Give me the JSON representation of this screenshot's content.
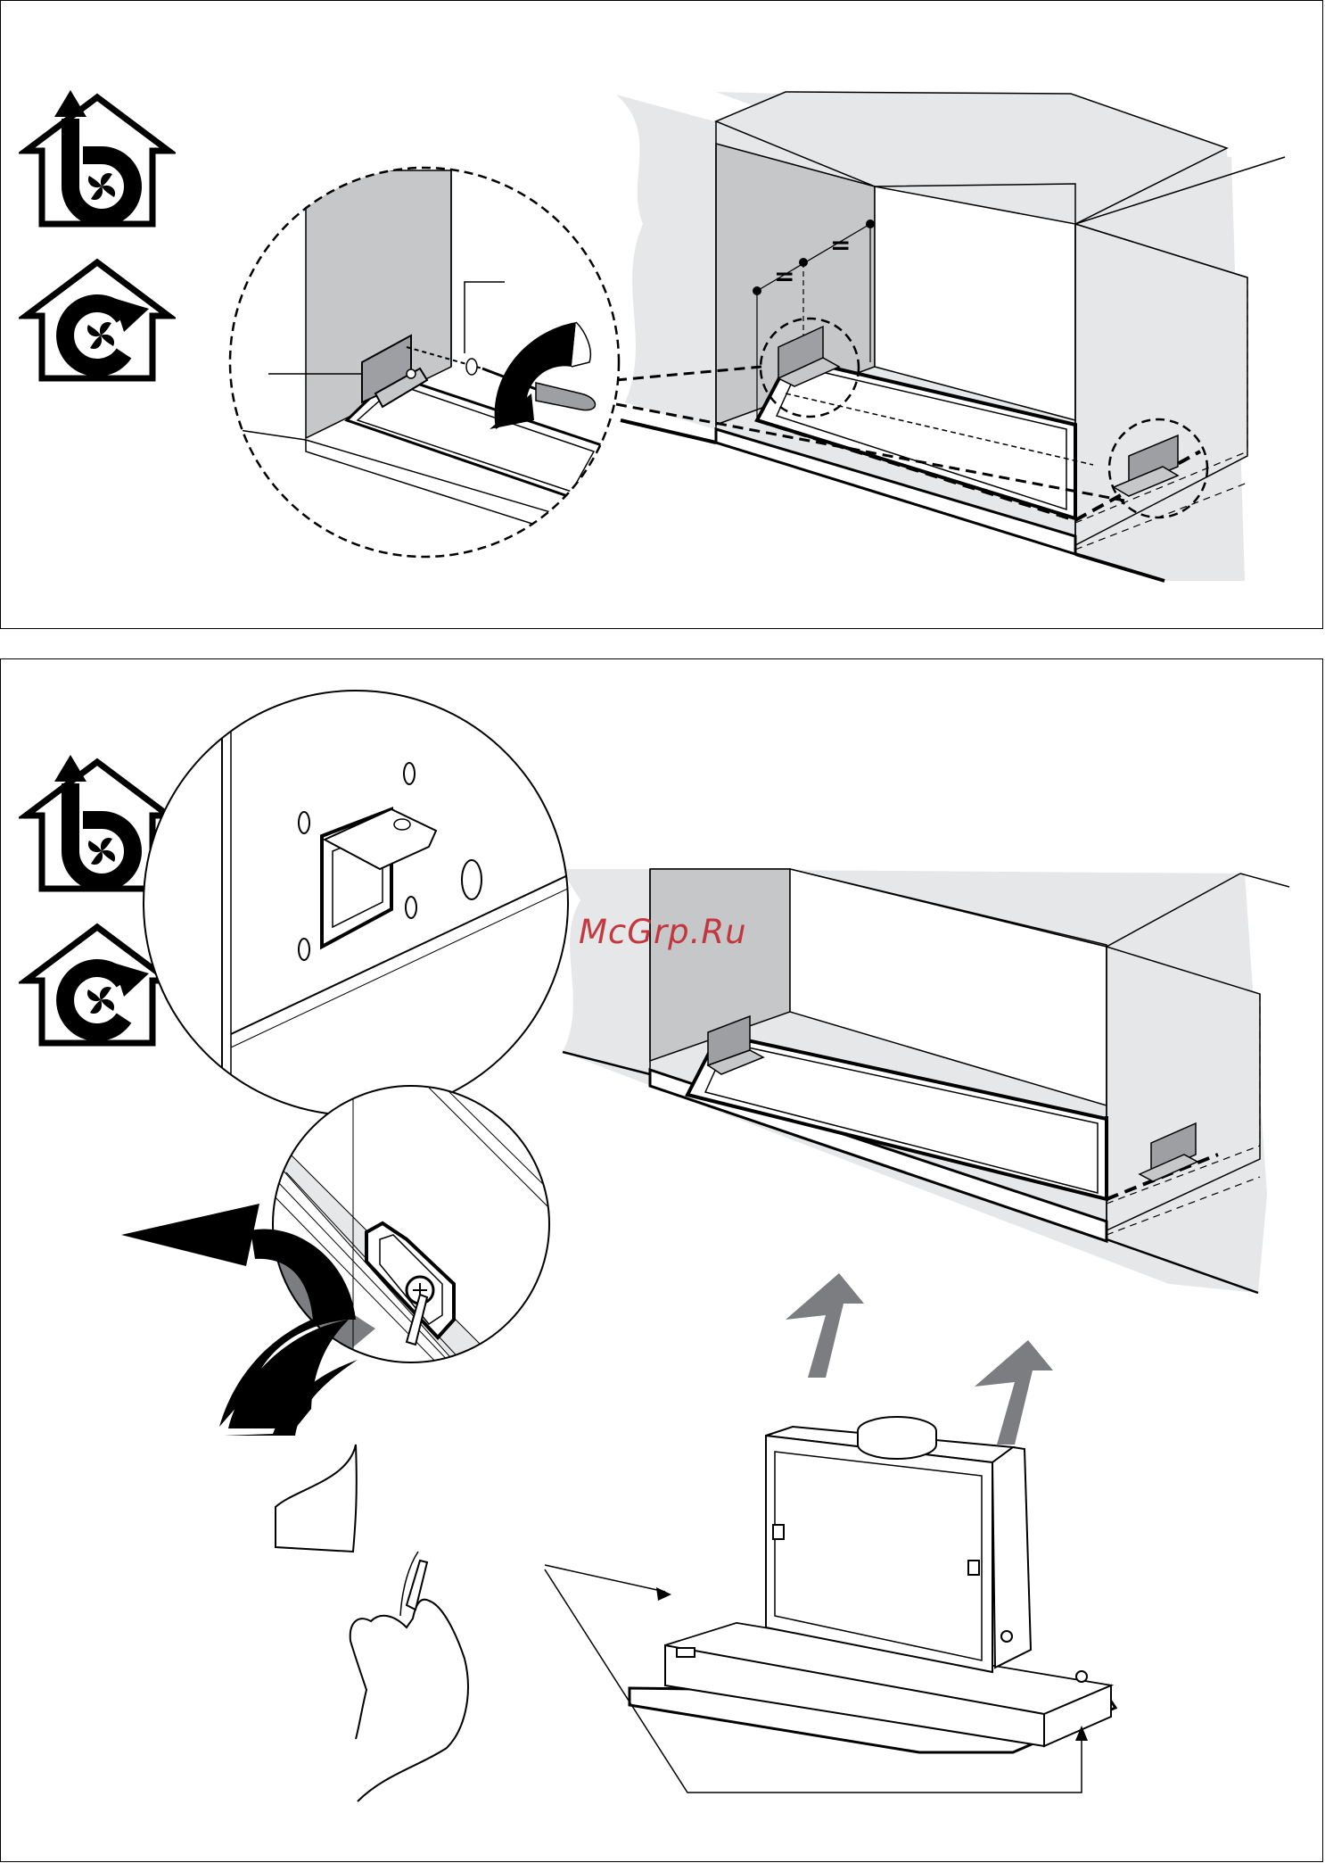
{
  "watermark": {
    "text": "McGrp.Ru",
    "color": "#c22a32"
  },
  "colors": {
    "wall": "#e6e7e8",
    "cabinet_side": "#c6c7c9",
    "bracket": "#9d9fa2",
    "arrow_grey": "#7c7d80",
    "line": "#000000"
  },
  "icons": {
    "ducted": "ducted-extraction-mode-icon",
    "recirculation": "recirculation-mode-icon",
    "fan": "fan-icon"
  },
  "panels": [
    {
      "id": "step-1",
      "content": "bracket-mounting-illustration"
    },
    {
      "id": "step-2",
      "content": "hood-insertion-illustration"
    }
  ]
}
